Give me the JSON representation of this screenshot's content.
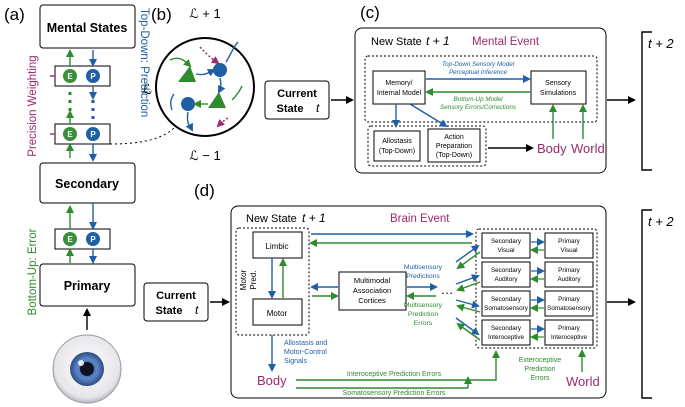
{
  "panel_a": {
    "label": "(a)",
    "mental_states": "Mental States",
    "secondary": "Secondary",
    "primary": "Primary",
    "top_down": "Top-Down: Prediction",
    "precision": "Precision Weighting",
    "bottom_up": "Bottom-Up: Error",
    "node_e": "E",
    "node_p": "P"
  },
  "panel_b": {
    "label": "(b)",
    "top": "ℒ + 1",
    "middle": "ℒ",
    "bottom": "ℒ − 1"
  },
  "panel_c": {
    "label": "(c)",
    "current_state_line1": "Current",
    "current_state_line2": "State",
    "current_t": "t",
    "new_state": "New State",
    "new_state_t": "t + 1",
    "event": "Mental Event",
    "memory_line1": "Memory/",
    "memory_line2": "Internal Model",
    "sensory_line1": "Sensory",
    "sensory_line2": "Simulations",
    "topdown_line1": "Top-Down Sensory Model",
    "topdown_line2": "Perceptual Inference",
    "bottomup_line1": "Bottom-Up Model",
    "bottomup_line2": "Sensory Errors/Corrections",
    "allostasis_line1": "Allostasis",
    "allostasis_line2": "(Top-Down)",
    "action_line1": "Action",
    "action_line2": "Preparation",
    "action_line3": "(Top-Down)",
    "body": "Body",
    "world": "World",
    "next": "t + 2"
  },
  "panel_d": {
    "label": "(d)",
    "current_state_line1": "Current",
    "current_state_line2": "State",
    "current_t": "t",
    "new_state": "New State",
    "new_state_t": "t + 1",
    "event": "Brain Event",
    "limbic": "Limbic",
    "motor": "Motor",
    "motor_pred_line1": "Motor",
    "motor_pred_line2": "Pred.",
    "mm_line1": "Multimodal",
    "mm_line2": "Association",
    "mm_line3": "Cortices",
    "ms_pred_line1": "Multisensory",
    "ms_pred_line2": "Predictions",
    "ms_err_line1": "Multisensory",
    "ms_err_line2": "Prediction",
    "ms_err_line3": "Errors",
    "ellipsis": "…",
    "rows": [
      {
        "secondary": "Secondary",
        "secondary_kind": "Visual",
        "primary": "Primary",
        "primary_kind": "Visual"
      },
      {
        "secondary": "Secondary",
        "secondary_kind": "Auditory",
        "primary": "Primary",
        "primary_kind": "Auditory"
      },
      {
        "secondary": "Secondary",
        "secondary_kind": "Somatosensory",
        "primary": "Primary",
        "primary_kind": "Somatosensory"
      },
      {
        "secondary": "Secondary",
        "secondary_kind": "Interoceptive",
        "primary": "Primary",
        "primary_kind": "Interoceptive"
      }
    ],
    "allostasis_line1": "Allostasis and",
    "allostasis_line2": "Motor-Control",
    "allostasis_line3": "Signals",
    "body": "Body",
    "world": "World",
    "intero_err": "Interoceptive Prediction Errors",
    "somato_err": "Somatosensory Prediction Errors",
    "extero_line1": "Exteroceptive",
    "extero_line2": "Prediction",
    "extero_line3": "Errors",
    "next": "t + 2"
  },
  "colors": {
    "blue": "#1f5fa5",
    "green": "#2e8b2e",
    "purple": "#9b2a6e",
    "node_green": "#3a8f3a",
    "node_blue": "#1f5fa5"
  }
}
